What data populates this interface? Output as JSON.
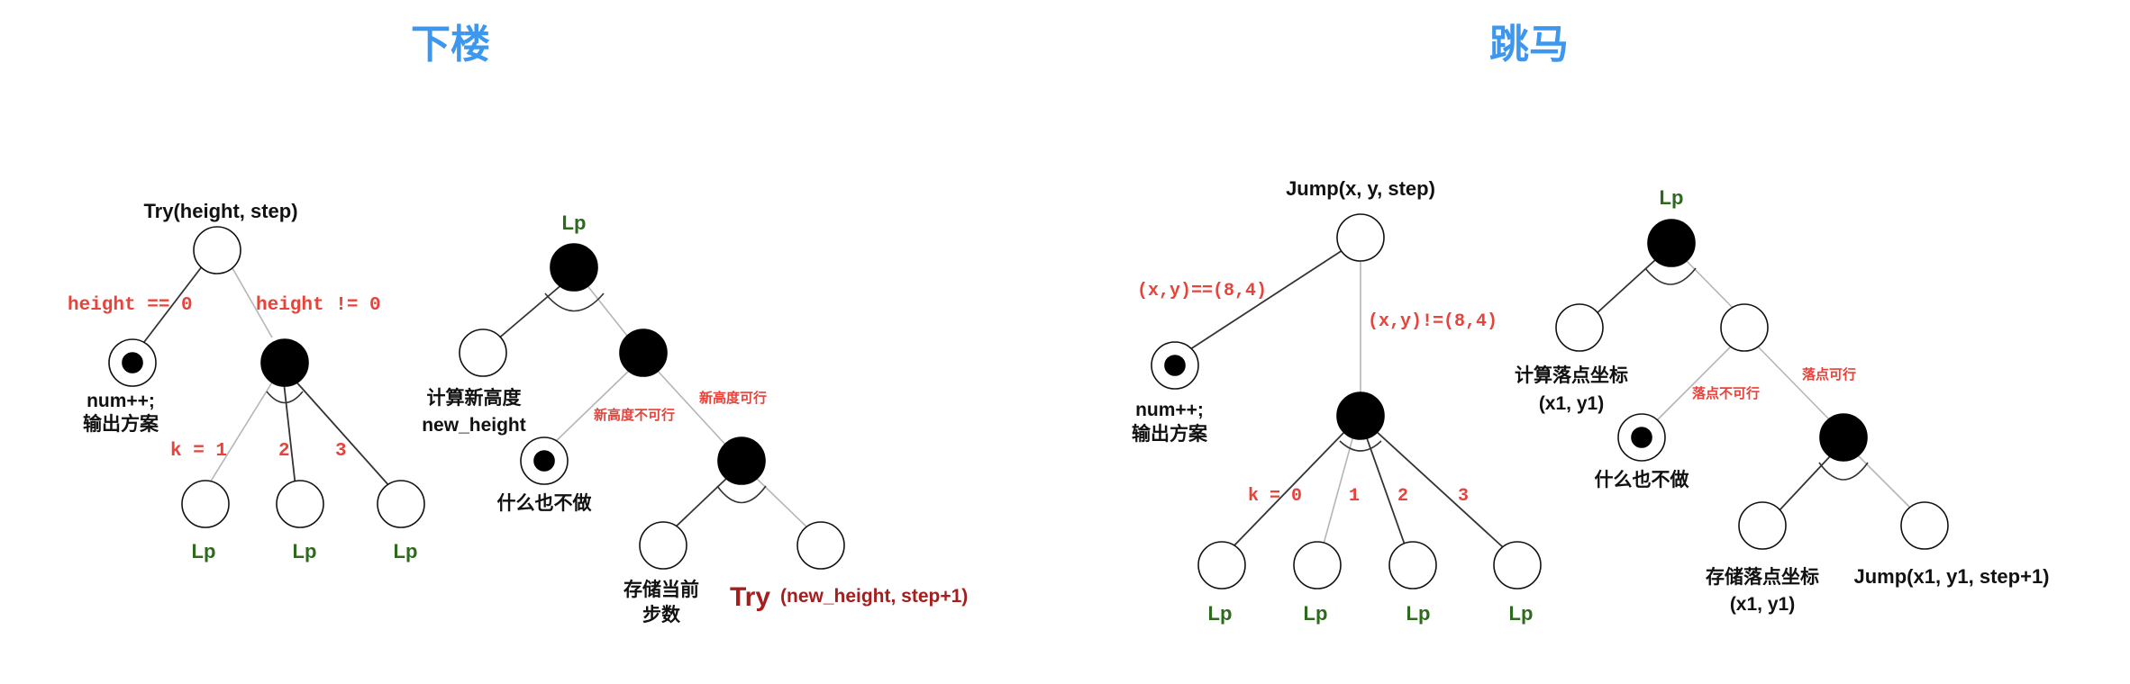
{
  "titles": {
    "left": "下楼",
    "right": "跳马"
  },
  "left": {
    "tree1": {
      "root_label": "Try(height, step)",
      "cond_left": "height == 0",
      "cond_right": "height != 0",
      "leaf_label_line1": "num++;",
      "leaf_label_line2": "输出方案",
      "k_labels": [
        "k = 1",
        "2",
        "3"
      ],
      "lp": [
        "Lp",
        "Lp",
        "Lp"
      ]
    },
    "tree2": {
      "lp_top": "Lp",
      "calc_line1": "计算新高度",
      "calc_line2": "new_height",
      "not_ok": "新高度不可行",
      "ok": "新高度可行",
      "nothing": "什么也不做",
      "store_line1": "存储当前",
      "store_line2": "步数",
      "try_word": "Try",
      "try_args": "(new_height, step+1)"
    }
  },
  "right": {
    "tree1": {
      "root_label": "Jump(x, y, step)",
      "cond_left": "(x,y)==(8,4)",
      "cond_right": "(x,y)!=(8,4)",
      "leaf_label_line1": "num++;",
      "leaf_label_line2": "输出方案",
      "k_labels": [
        "k = 0",
        "1",
        "2",
        "3"
      ],
      "lp": [
        "Lp",
        "Lp",
        "Lp",
        "Lp"
      ]
    },
    "tree2": {
      "lp_top": "Lp",
      "calc_line1": "计算落点坐标",
      "calc_line2": "(x1, y1)",
      "not_ok": "落点不可行",
      "ok": "落点可行",
      "nothing": "什么也不做",
      "store_line1": "存储落点坐标",
      "store_line2": "(x1, y1)",
      "jump_call": "Jump(x1, y1, step+1)"
    }
  }
}
